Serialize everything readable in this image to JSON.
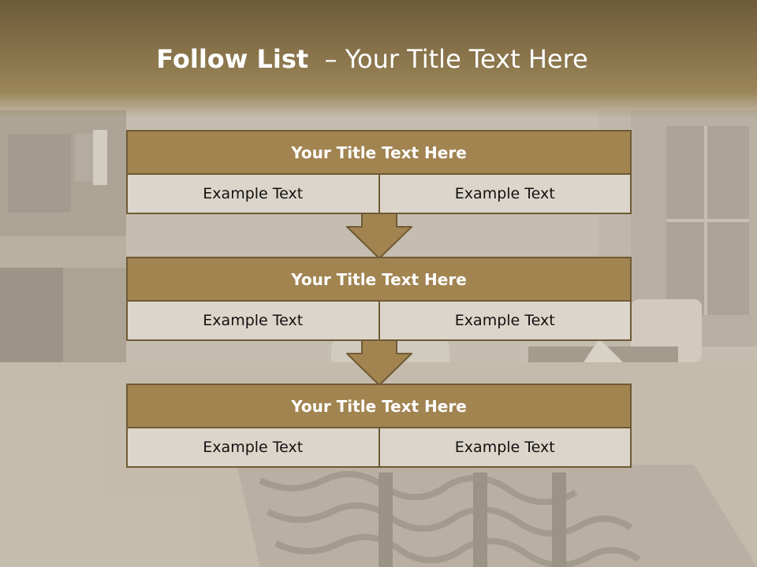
{
  "slide": {
    "title_strong": "Follow List",
    "title_rest": "– Your Title Text Here"
  },
  "boxes": [
    {
      "title": "Your Title Text Here",
      "cells": [
        "Example Text",
        "Example Text"
      ]
    },
    {
      "title": "Your Title Text Here",
      "cells": [
        "Example Text",
        "Example Text"
      ]
    },
    {
      "title": "Your Title Text Here",
      "cells": [
        "Example Text",
        "Example Text"
      ]
    }
  ],
  "colors": {
    "header": "#a28451",
    "border": "#6f5a35",
    "cell": "#dcd5cb",
    "arrow": "#a28451"
  }
}
